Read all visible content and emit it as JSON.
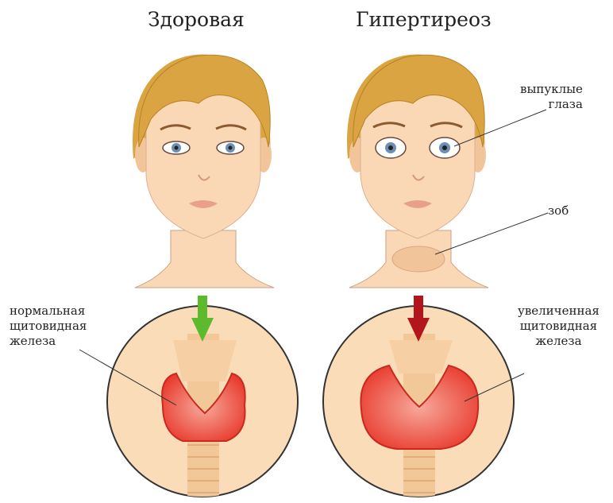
{
  "titles": {
    "healthy": "Здоровая",
    "hyperthyroid": "Гипертиреоз"
  },
  "labels": {
    "bulging_eyes": [
      "выпуклые",
      "глаза"
    ],
    "goiter": "зоб",
    "normal_gland": [
      "нормальная",
      "щитовидная",
      "железа"
    ],
    "enlarged_gland": [
      "увеличенная",
      "щитовидная",
      "железа"
    ]
  },
  "colors": {
    "hair": "#d9a441",
    "skin": "#fbd8b5",
    "skin_shadow": "#f2c49a",
    "eye_iris": "#6d8fb5",
    "lips": "#e8a08c",
    "circle_bg": "#fbdcb8",
    "gland": "#e8392c",
    "gland_light": "#f7a89a",
    "arrow_healthy": "#5bbb2d",
    "arrow_hyper": "#b3151d",
    "trachea": "#f3c898"
  },
  "icons": {
    "arrow_healthy": "arrow-down-green-icon",
    "arrow_hyper": "arrow-down-red-icon"
  }
}
